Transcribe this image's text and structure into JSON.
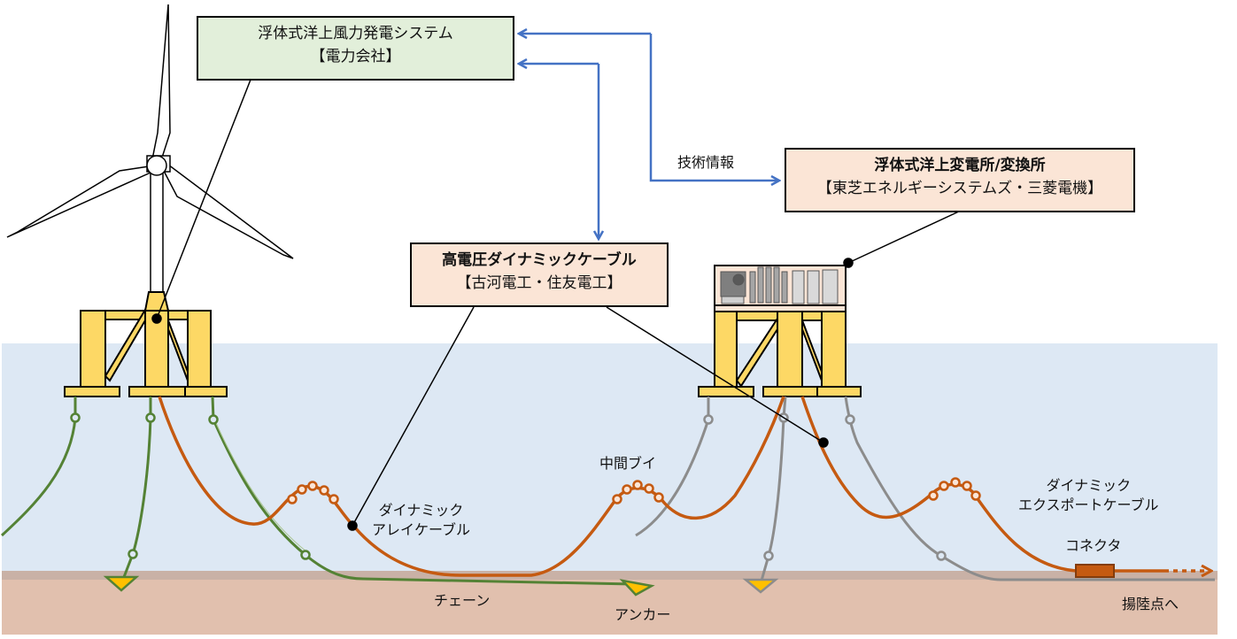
{
  "boxes": {
    "wind_system": {
      "title": "浮体式洋上風力発電システム",
      "company": "【電力会社】"
    },
    "cable": {
      "title": "高電圧ダイナミックケーブル",
      "company": "【古河電工・住友電工】"
    },
    "substation": {
      "title": "浮体式洋上変電所/変換所",
      "company": "【東芝エネルギーシステムズ・三菱電機】"
    }
  },
  "labels": {
    "tech_info": "技術情報",
    "array_cable_line1": "ダイナミック",
    "array_cable_line2": "アレイケーブル",
    "mid_buoy": "中間ブイ",
    "export_cable_line1": "ダイナミック",
    "export_cable_line2": "エクスポートケーブル",
    "connector": "コネクタ",
    "chain": "チェーン",
    "anchor": "アンカー",
    "to_landing": "揚陸点へ"
  },
  "colors": {
    "sea": "#dde8f4",
    "seabed": "#e1c0ae",
    "seabed_top": "#c9b1a6",
    "float": "#fdd865",
    "chain": "#548235",
    "cable": "#c55a11",
    "mooring_gray": "#8c8c8c",
    "arrow": "#4472c4",
    "green_box": "#e2efda",
    "peach_box": "#fbe5d6"
  }
}
